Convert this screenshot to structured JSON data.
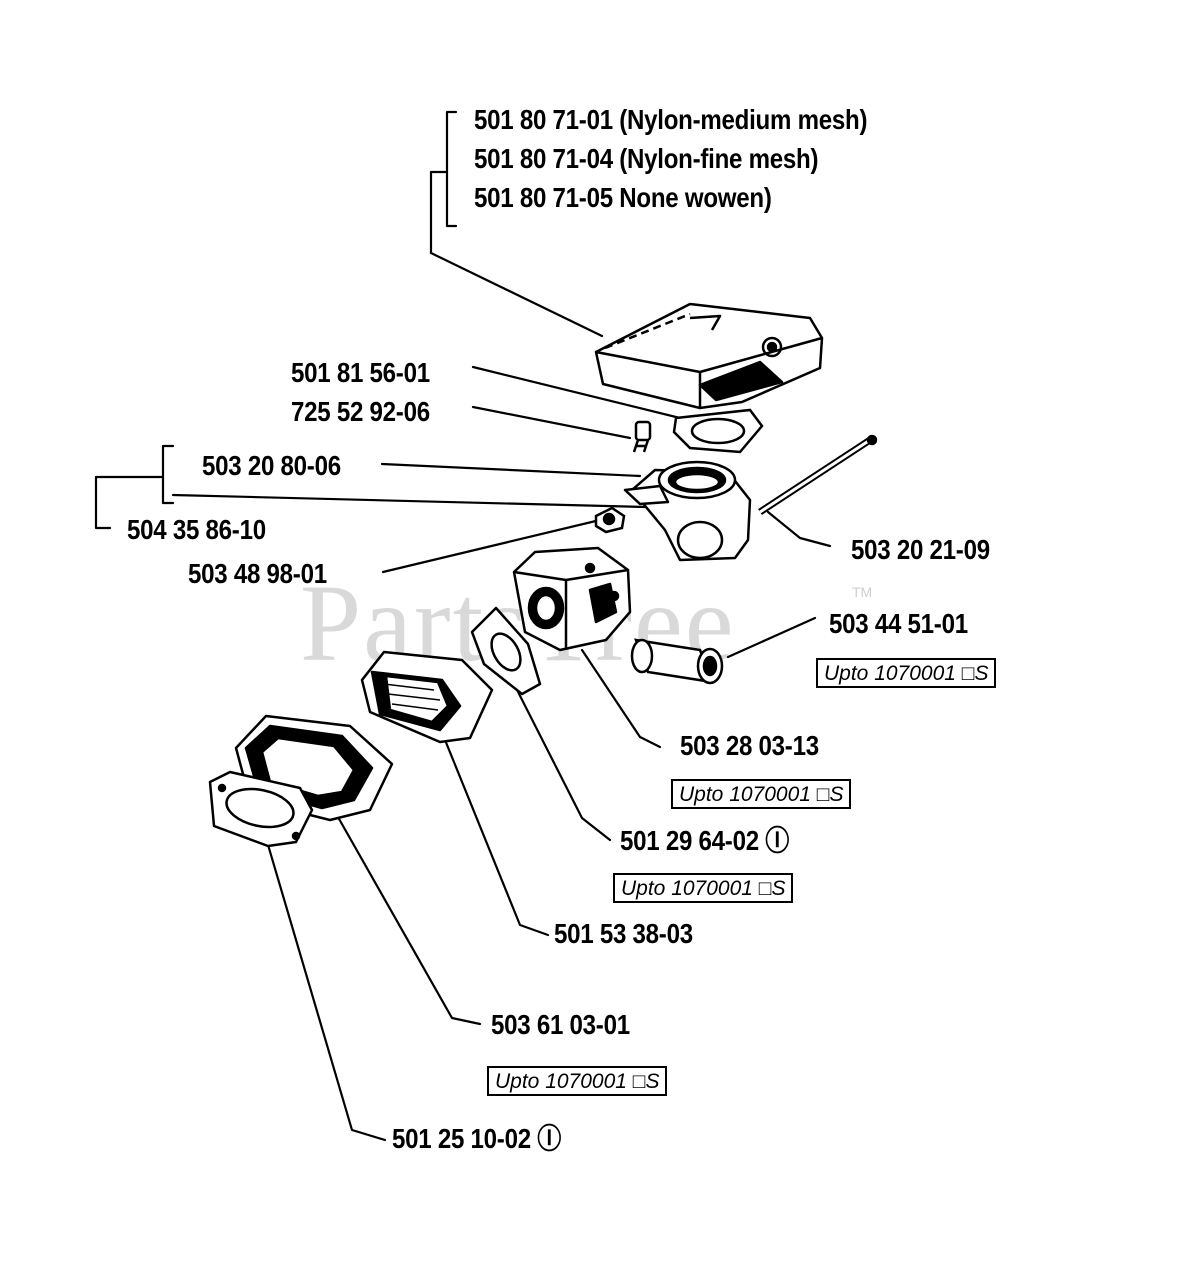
{
  "watermark": {
    "text": "PartsTree",
    "tm": "TM"
  },
  "part_labels": {
    "air_filter_1": "501 80 71-01 (Nylon-medium mesh)",
    "air_filter_2": "501 80 71-04 (Nylon-fine mesh)",
    "air_filter_3": "501 80 71-05 None wowen)",
    "gasket_top": "501 81 56-01",
    "screw": "725 52 92-06",
    "carb_adapter": "503 20 80-06",
    "kit": "504 35 86-10",
    "nut": "503 48 98-01",
    "rod": "503 20 21-09",
    "fuel_tube": "503 44 51-01",
    "carburetor": "503 28 03-13",
    "carb_gasket": "501 29 64-02 Ⓘ",
    "intake_piece": "501 53 38-03",
    "intake_boot": "503 61 03-01",
    "cyl_gasket": "501 25 10-02 Ⓘ"
  },
  "notes": {
    "fuel_tube": "Upto 1070001 □S",
    "carburetor": "Upto 1070001 □S",
    "carb_gasket": "Upto 1070001 □S",
    "intake_boot": "Upto 1070001 □S"
  },
  "colors": {
    "ink": "#000000",
    "watermark": "#d9d9d9",
    "background": "#ffffff"
  }
}
